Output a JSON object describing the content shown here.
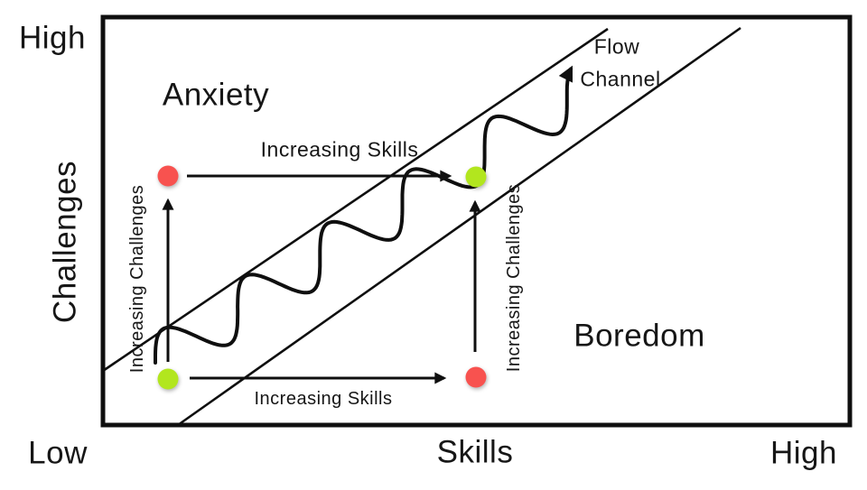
{
  "diagram_title": "Flow Channel (Challenges vs Skills)",
  "colors": {
    "background": "#ffffff",
    "line": "#0f0f0f",
    "text": "#161616",
    "red_dot": "#f8524f",
    "green_dot": "#b2e61e"
  },
  "axes": {
    "y_axis_label": "Challenges",
    "y_high": "High",
    "y_low": "Low",
    "x_axis_label": "Skills",
    "x_high": "High"
  },
  "regions": {
    "anxiety": "Anxiety",
    "boredom": "Boredom",
    "flow_channel_line1": "Flow",
    "flow_channel_line2": "Channel"
  },
  "annotations": {
    "increasing_skills_top": "Increasing Skills",
    "increasing_skills_bottom": "Increasing Skills",
    "increasing_challenges_left": "Increasing Challenges",
    "increasing_challenges_right": "Increasing Challenges"
  },
  "dots": {
    "top_left_color_name": "red",
    "top_right_color_name": "green",
    "bottom_left_color_name": "green",
    "bottom_right_color_name": "red"
  }
}
